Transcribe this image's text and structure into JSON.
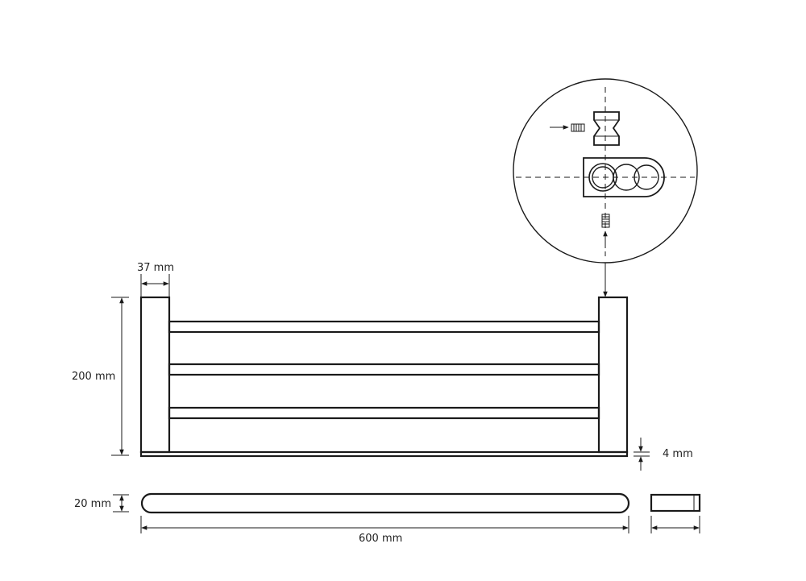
{
  "dimensions": {
    "bracket_width": "37 mm",
    "height": "200 mm",
    "base_thickness": "4 mm",
    "depth": "20 mm",
    "length": "600 mm"
  }
}
